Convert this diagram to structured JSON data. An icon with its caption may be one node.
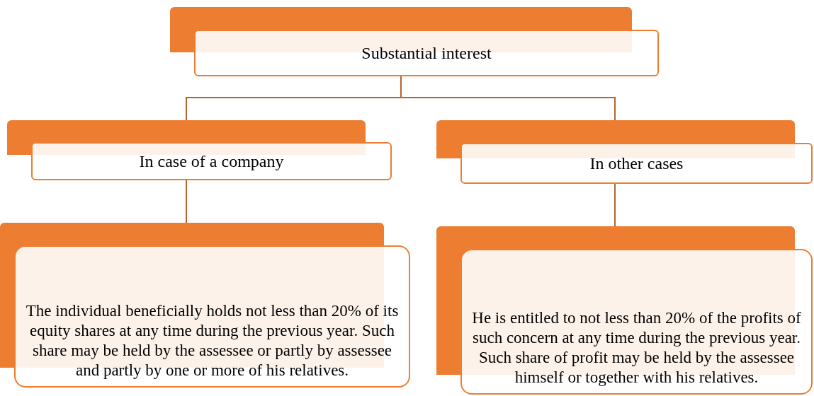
{
  "diagram": {
    "nodes": [
      {
        "text": [
          "Substantial interest"
        ]
      },
      {
        "text": [
          "In case of a company"
        ]
      },
      {
        "text": [
          "In other cases"
        ]
      },
      {
        "text": [
          "The individual beneficially holds not less than 20% of its equity shares at any time during the previous year. Such share may be held by the assessee or partly by assessee and partly by one or more of his relatives."
        ]
      },
      {
        "text": [
          "He is entitled to not less than 20% of the profits of such concern at any time during the previous year. Such share of profit may be held by the assessee himself or together with his relatives."
        ]
      }
    ],
    "edges": [
      {
        "from": 0,
        "to": 1,
        "arrow": "none"
      },
      {
        "from": 0,
        "to": 2,
        "arrow": "none"
      },
      {
        "from": 1,
        "to": 3,
        "arrow": "none"
      },
      {
        "from": 2,
        "to": 4,
        "arrow": "none"
      }
    ]
  }
}
